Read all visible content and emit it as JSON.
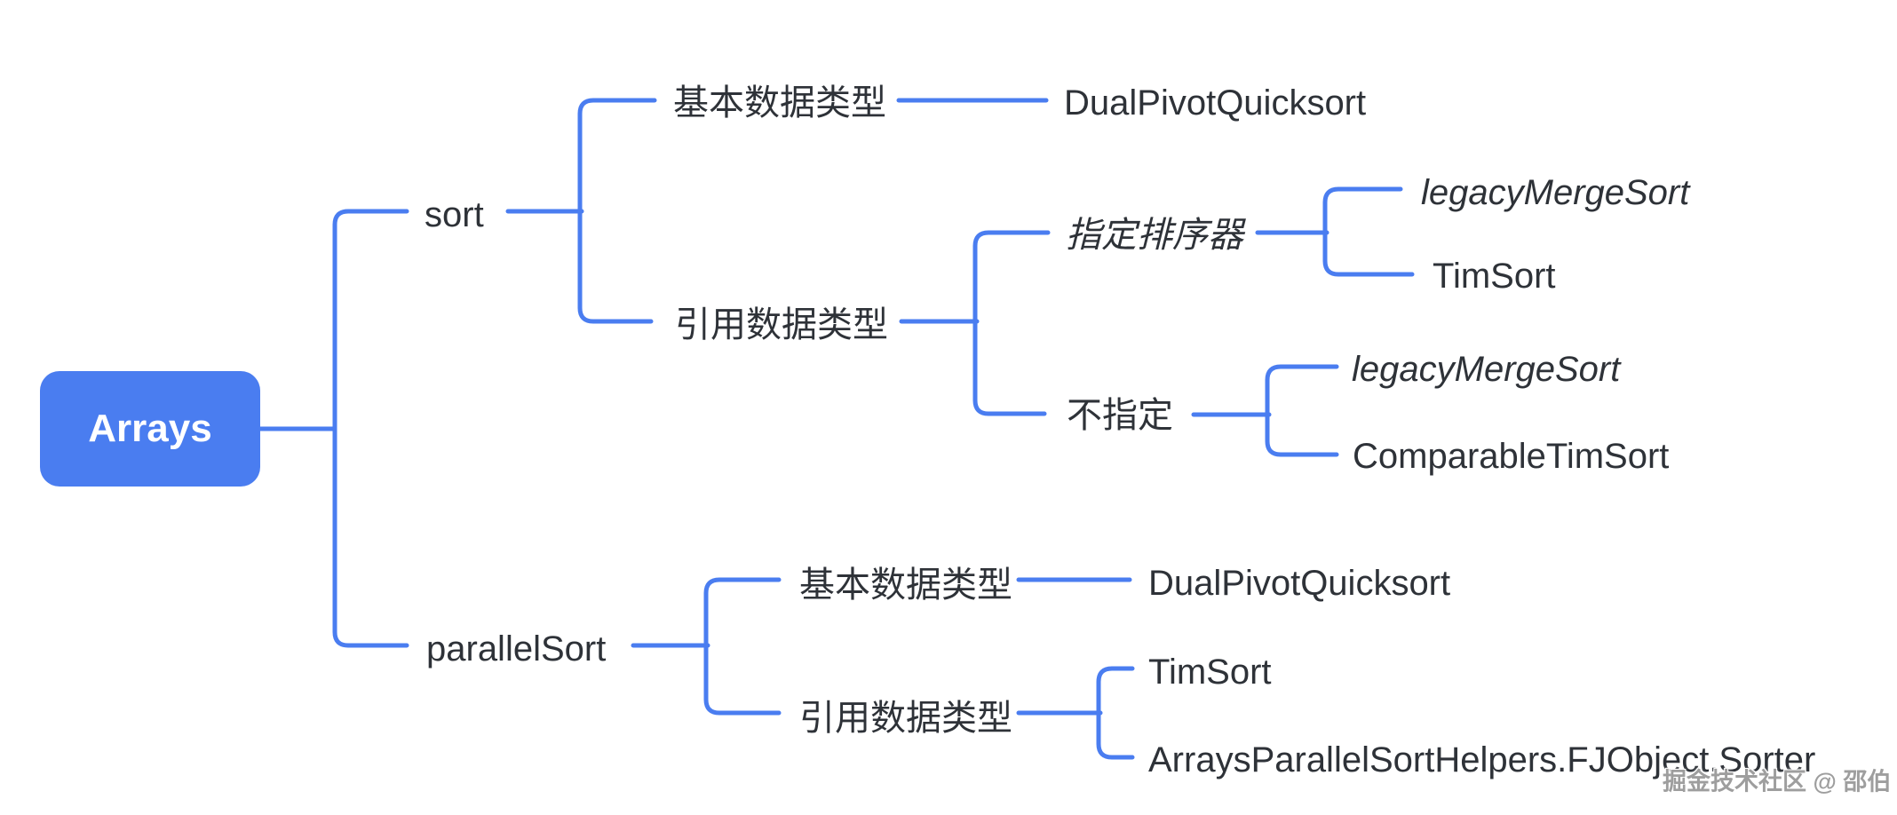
{
  "colors": {
    "connector": "#4a7df0",
    "root_background": "#4a7df0",
    "root_text": "#ffffff",
    "node_text": "#2e3238",
    "watermark_text": "#9e9e9e",
    "background": "#ffffff"
  },
  "tree": {
    "label": "Arrays",
    "children": [
      {
        "label": "sort",
        "children": [
          {
            "label": "基本数据类型",
            "children": [
              {
                "label": "DualPivotQuicksort"
              }
            ]
          },
          {
            "label": "引用数据类型",
            "children": [
              {
                "label": "指定排序器",
                "italic": true,
                "children": [
                  {
                    "label": "legacyMergeSort",
                    "italic": true
                  },
                  {
                    "label": "TimSort"
                  }
                ]
              },
              {
                "label": "不指定",
                "children": [
                  {
                    "label": "legacyMergeSort",
                    "italic": true
                  },
                  {
                    "label": "ComparableTimSort"
                  }
                ]
              }
            ]
          }
        ]
      },
      {
        "label": "parallelSort",
        "children": [
          {
            "label": "基本数据类型",
            "children": [
              {
                "label": "DualPivotQuicksort"
              }
            ]
          },
          {
            "label": "引用数据类型",
            "children": [
              {
                "label": "TimSort"
              },
              {
                "label": "ArraysParallelSortHelpers.FJObject.Sorter"
              }
            ]
          }
        ]
      }
    ]
  },
  "watermark": {
    "text": "掘金技术社区 @ 邵伯"
  }
}
